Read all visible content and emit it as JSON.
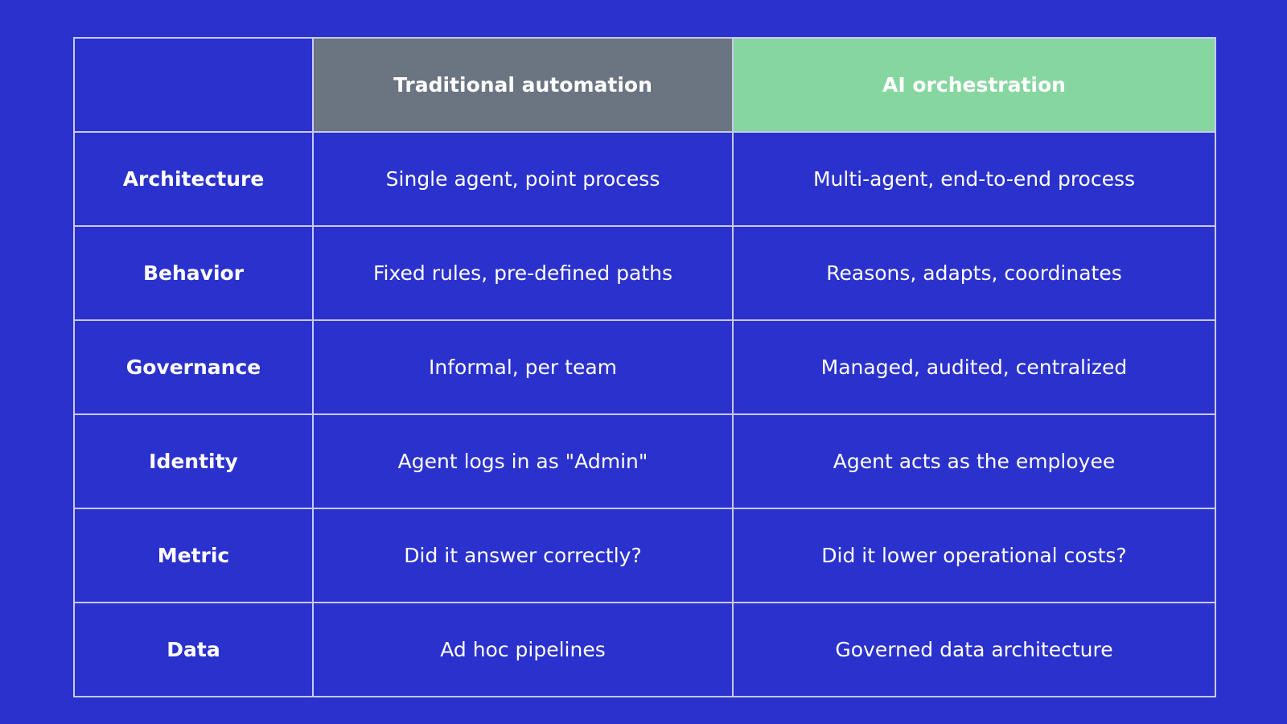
{
  "colors": {
    "background": "#2a31cc",
    "traditional_header": "#6b7582",
    "ai_header": "#86d6a0",
    "border": "#c8c9ee",
    "text": "#ffffff"
  },
  "table": {
    "corner": "",
    "headers": {
      "traditional": "Traditional automation",
      "ai": "AI orchestration"
    },
    "rows": [
      {
        "label": "Architecture",
        "traditional": "Single agent, point process",
        "ai": "Multi-agent, end-to-end process"
      },
      {
        "label": "Behavior",
        "traditional": "Fixed rules, pre-defined paths",
        "ai": "Reasons, adapts, coordinates"
      },
      {
        "label": "Governance",
        "traditional": "Informal, per team",
        "ai": "Managed, audited, centralized"
      },
      {
        "label": "Identity",
        "traditional": "Agent logs in as \"Admin\"",
        "ai": "Agent acts as the employee"
      },
      {
        "label": "Metric",
        "traditional": "Did it answer correctly?",
        "ai": "Did it lower operational costs?"
      },
      {
        "label": "Data",
        "traditional": "Ad hoc pipelines",
        "ai": "Governed data architecture"
      }
    ]
  }
}
